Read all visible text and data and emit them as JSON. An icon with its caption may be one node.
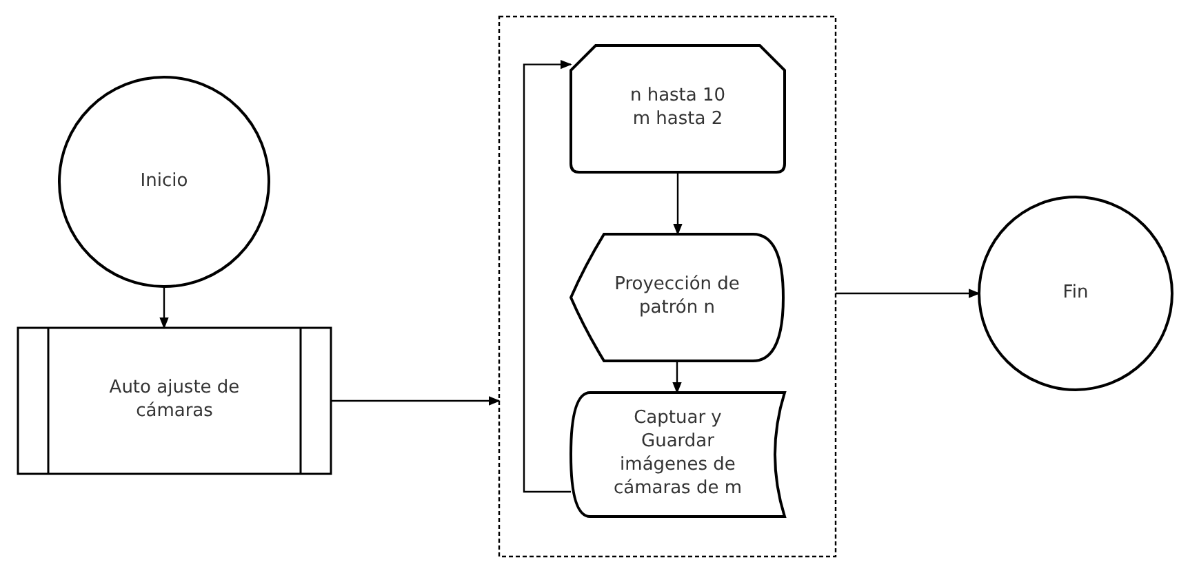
{
  "diagram": {
    "nodes": [
      {
        "text": [
          "Inicio"
        ]
      },
      {
        "text": [
          "Auto ajuste de cámaras"
        ]
      },
      {
        "text": [],
        "shape": "box"
      },
      {
        "text": [
          "n hasta 10 m hasta 2"
        ],
        "in": 2
      },
      {
        "text": [
          "Proyección de patrón n"
        ],
        "in": 2
      },
      {
        "text": [
          "Captuar y Guardar imágenes de cámaras de m"
        ],
        "in": 2
      },
      {
        "text": [
          "Fin"
        ]
      }
    ],
    "edges": [
      {
        "from": 0,
        "to": 1,
        "arrow": "to"
      },
      {
        "from": 1,
        "to": 2,
        "arrow": "to"
      },
      {
        "from": 3,
        "to": 4,
        "arrow": "to"
      },
      {
        "from": 4,
        "to": 5,
        "arrow": "to"
      },
      {
        "from": 5,
        "to": 3,
        "arrow": "to"
      },
      {
        "from": 2,
        "to": 6,
        "arrow": "to"
      }
    ]
  }
}
